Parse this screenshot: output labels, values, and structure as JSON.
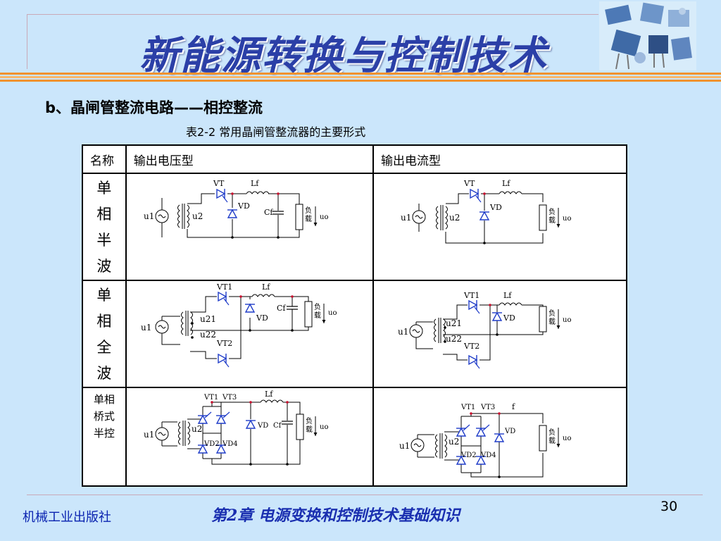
{
  "header": {
    "title": "新能源转换与控制技术"
  },
  "content": {
    "heading": "b、晶闸管整流电路——相控整流",
    "caption": "表2-2  常用晶闸管整流器的主要形式",
    "columns": [
      "名称",
      "输出电压型",
      "输出电流型"
    ],
    "rows": [
      {
        "name_chars": [
          "单",
          "相",
          "半",
          "波"
        ]
      },
      {
        "name_chars": [
          "单",
          "相",
          "全",
          "波"
        ]
      },
      {
        "name_chars": [
          "单相",
          "桥式",
          "半控"
        ]
      }
    ],
    "labels": {
      "vt": "VT",
      "vt1": "VT1",
      "vt2": "VT2",
      "vt3": "VT3",
      "vd": "VD",
      "vd2": "VD2",
      "vd4": "VD4",
      "lf": "Lf",
      "f": "f",
      "cf": "Cf",
      "u1": "u1",
      "u2": "u2",
      "u21": "u21",
      "u22": "u22",
      "uo": "uo",
      "load_1": "负",
      "load_2": "载"
    }
  },
  "footer": {
    "publisher": "机械工业出版社",
    "chapter": "第2章  电源变换和控制技术基础知识",
    "page": "30"
  },
  "colors": {
    "background": "#cbe6fb",
    "title": "#2b3fa7",
    "accent_orange": "#f0922e",
    "wire": "#000000",
    "device": "#1f3cc8",
    "footer_text": "#0a23b0"
  }
}
